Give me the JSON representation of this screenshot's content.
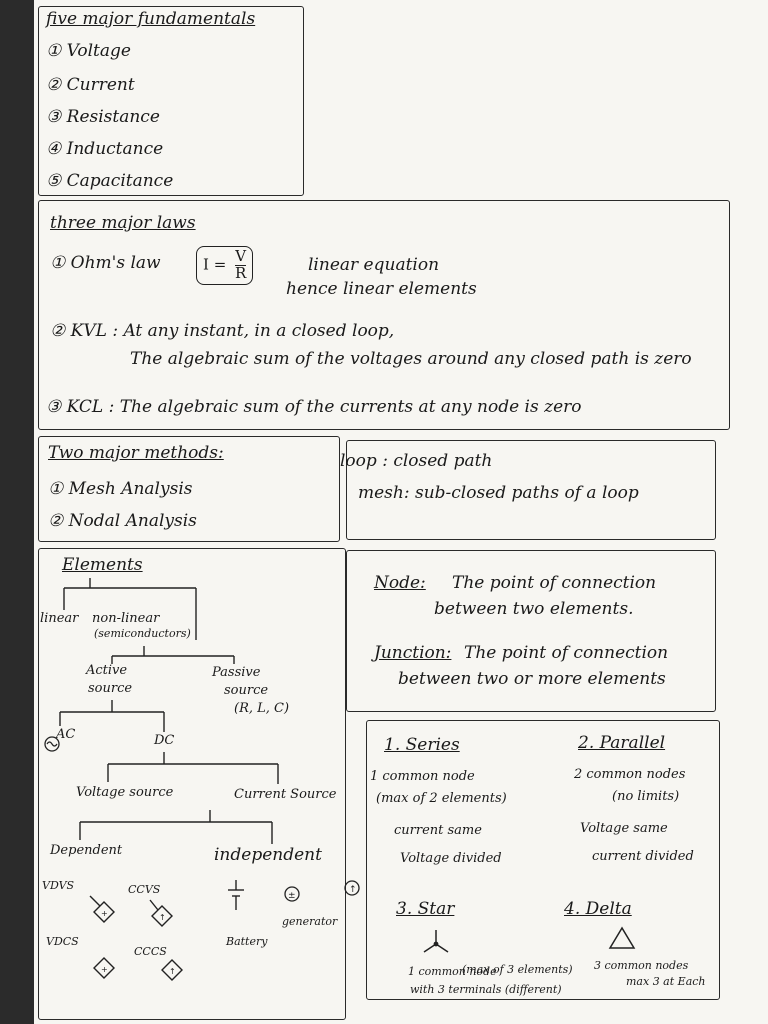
{
  "fundamentals": {
    "heading": "five major fundamentals",
    "items": [
      "① Voltage",
      "② Current",
      "③ Resistance",
      "④ Inductance",
      "⑤ Capacitance"
    ]
  },
  "laws": {
    "heading": "three major laws",
    "ohm_label": "① Ohm's law",
    "ohm_formula_left": "I =",
    "ohm_formula_num": "V",
    "ohm_formula_den": "R",
    "ohm_note_1": "linear equation",
    "ohm_note_2": "hence linear elements",
    "kvl_1": "② KVL : At any instant, in a closed loop,",
    "kvl_2": "The algebraic sum of the voltages around any closed path is zero",
    "kcl": "③ KCL : The algebraic sum of the currents at any node is zero"
  },
  "methods": {
    "heading": "Two major methods:",
    "items": [
      "① Mesh Analysis",
      "② Nodal Analysis"
    ]
  },
  "loop_mesh": {
    "loop": "loop : closed path",
    "mesh": "mesh: sub-closed paths of a loop"
  },
  "elements": {
    "heading": "Elements",
    "linear": "linear",
    "nonlinear": "non-linear",
    "nonlinear_sub": "(semiconductors)",
    "active": "Active",
    "active_sub": "source",
    "passive": "Passive",
    "passive_sub": "source",
    "passive_rlc": "(R, L, C)",
    "ac": "AC",
    "dc": "DC",
    "voltage_source": "Voltage source",
    "current_source": "Current Source",
    "dependent": "Dependent",
    "independent": "independent",
    "vdvs": "VDVS",
    "ccvs": "CCVS",
    "vdcs": "VDCS",
    "cccs": "CCCS",
    "battery": "Battery",
    "generator": "generator"
  },
  "node_junction": {
    "node_label": "Node:",
    "node_1": "The point of connection",
    "node_2": "between two elements.",
    "junction_label": "Junction:",
    "junction_1": "The point of connection",
    "junction_2": "between two or more elements"
  },
  "connections": {
    "series": "1. Series",
    "parallel": "2. Parallel",
    "series_1": "1 common node",
    "series_2": "(max of 2 elements)",
    "series_3": "current same",
    "series_4": "Voltage divided",
    "parallel_1": "2 common nodes",
    "parallel_2": "(no limits)",
    "parallel_3": "Voltage same",
    "parallel_4": "current divided",
    "star": "3. Star",
    "delta": "4. Delta",
    "star_1": "1 common node",
    "star_1b": "(max of 3 elements)",
    "star_2": "with 3 terminals (different)",
    "delta_1": "3 common nodes",
    "delta_2": "max 3 at Each"
  }
}
